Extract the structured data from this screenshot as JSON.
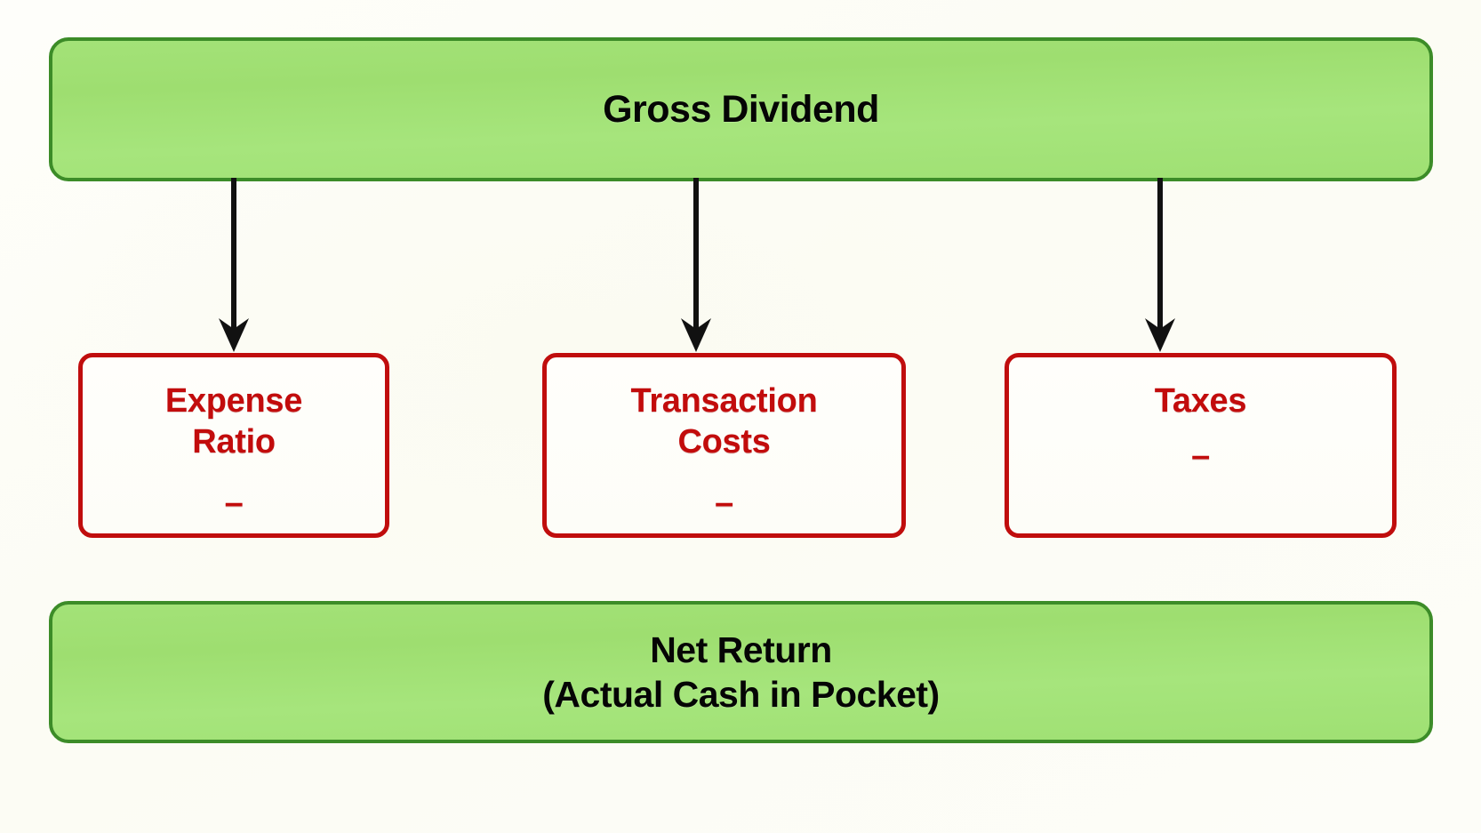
{
  "diagram": {
    "title": "Gross Dividend to Net Return breakdown",
    "background_color": "#fdfdf7",
    "accent_green": "#9fe070",
    "accent_green_border": "#3c8c28",
    "accent_red": "#c20c0c",
    "arrow_color": "#111111"
  },
  "top": {
    "label": "Gross Dividend"
  },
  "deductions": [
    {
      "name": "expense-ratio",
      "line1": "Expense",
      "line2": "Ratio",
      "operator": "–"
    },
    {
      "name": "transaction-costs",
      "line1": "Transaction",
      "line2": "Costs",
      "operator": "–"
    },
    {
      "name": "taxes",
      "line1": "Taxes",
      "line2": "",
      "operator": "–"
    }
  ],
  "bottom": {
    "line1": "Net Return",
    "line2": "(Actual Cash in Pocket)"
  },
  "connectors": [
    {
      "name": "arrow-gross-to-expense-ratio"
    },
    {
      "name": "arrow-gross-to-transaction-costs"
    },
    {
      "name": "arrow-gross-to-taxes"
    }
  ]
}
